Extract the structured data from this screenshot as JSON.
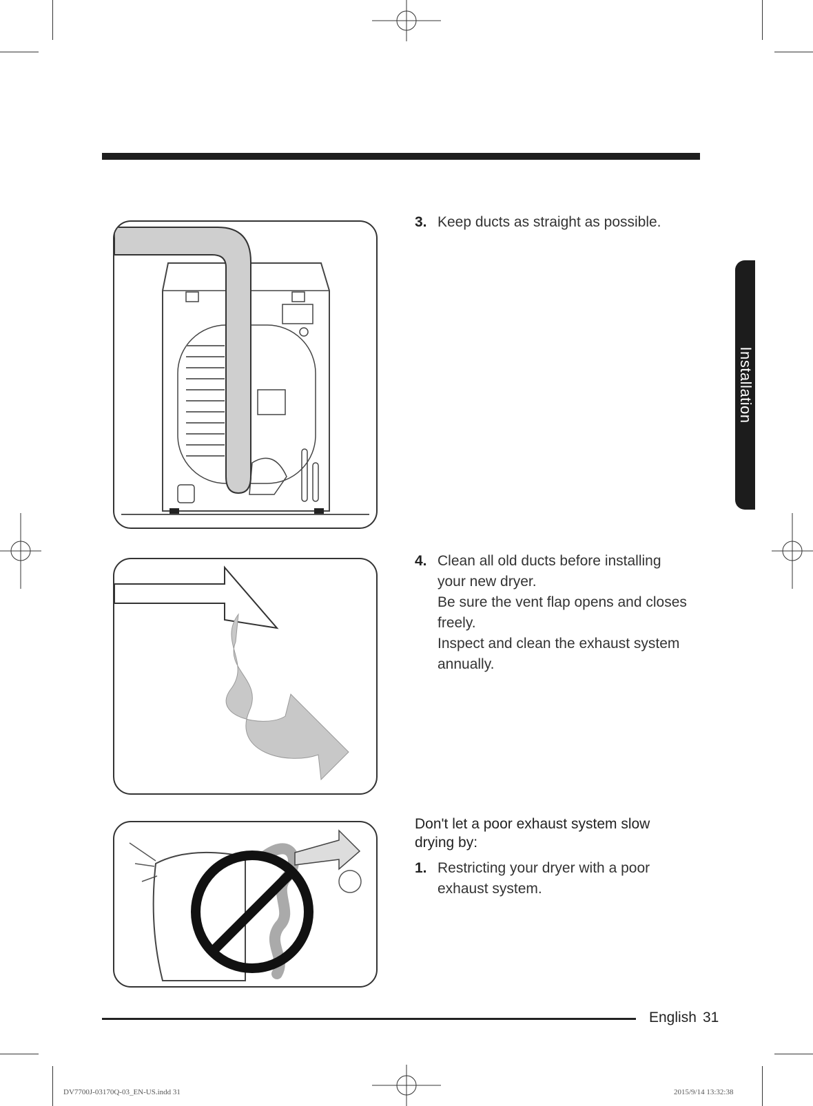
{
  "side_tab": {
    "label": "Installation"
  },
  "steps": [
    {
      "number": "3.",
      "lines": [
        "Keep ducts as straight as possible."
      ]
    },
    {
      "number": "4.",
      "lines": [
        "Clean all old ducts before installing your new dryer.",
        "Be sure the vent flap opens and closes freely.",
        "Inspect and clean the exhaust system annually."
      ]
    }
  ],
  "section": {
    "heading": "Don't let a poor exhaust system slow drying by:",
    "items": [
      {
        "number": "1.",
        "text": "Restricting your dryer with a poor exhaust system."
      }
    ]
  },
  "footer": {
    "language": "English",
    "page": "31"
  },
  "slug": {
    "file": "DV7700J-03170Q-03_EN-US.indd   31",
    "timestamp": "2015/9/14   13:32:38"
  }
}
